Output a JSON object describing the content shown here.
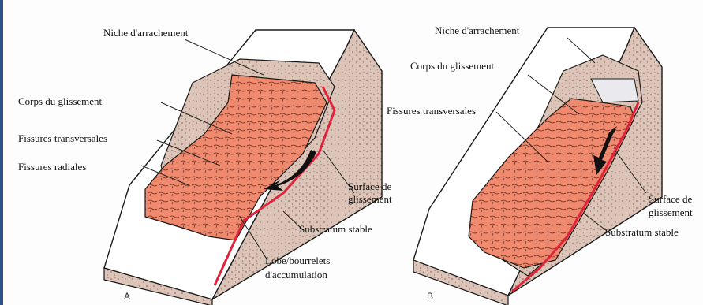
{
  "diagram_a": {
    "panel_label": "A",
    "labels": {
      "scarp": "Niche d'arrachement",
      "body": "Corps du glissement",
      "transverse_cracks": "Fissures transversales",
      "radial_cracks": "Fissures radiales",
      "slip_surface_1": "Surface de",
      "slip_surface_2": "glissement",
      "substratum": "Substratum stable",
      "toe_1": "Lobe/bourrelets",
      "toe_2": "d'accumulation"
    }
  },
  "diagram_b": {
    "panel_label": "B",
    "labels": {
      "scarp": "Niche d'arrachement",
      "body": "Corps du glissement",
      "transverse_cracks": "Fissures transversales",
      "slip_surface_1": "Surface de",
      "slip_surface_2": "glissement",
      "substratum": "Substratum stable"
    }
  },
  "colors": {
    "slide_mass": "#f08a6e",
    "ground": "#dcc5b8",
    "slip_line": "#e0223a",
    "outline": "#1a1a1a"
  }
}
